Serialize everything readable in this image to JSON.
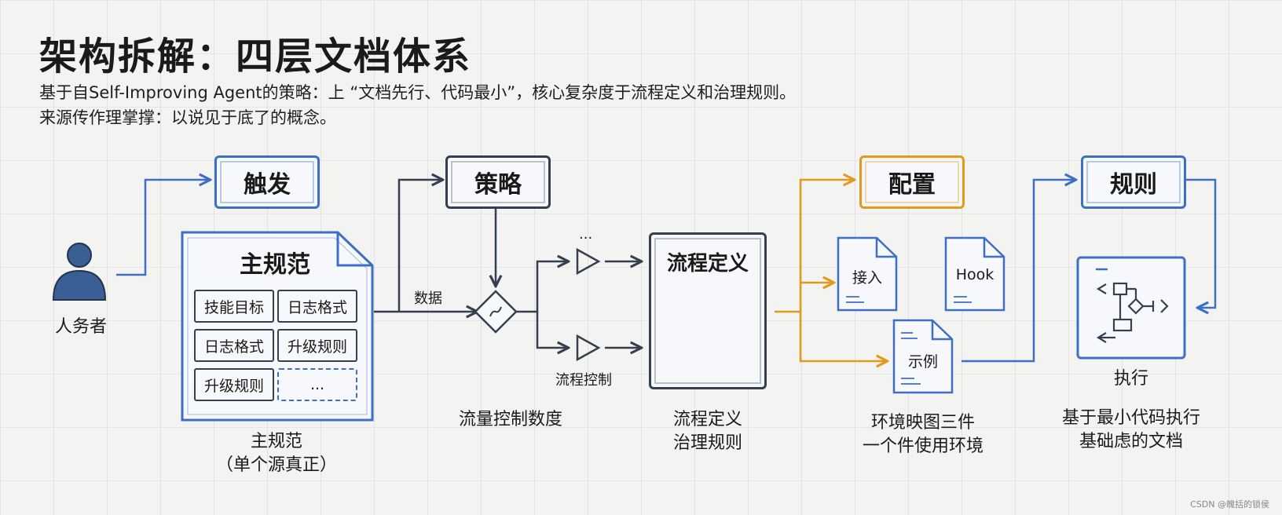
{
  "header": {
    "title": "架构拆解：四层文档体系",
    "subtitle_line1": "基于自Self-Improving Agent的策略：上 “文档先行、代码最小”，核心复杂度于流程定义和治理规则。",
    "subtitle_line2": "来源传作理掌撑：以说见于底了的概念。"
  },
  "actor": {
    "label": "人务者"
  },
  "trigger": {
    "label": "触发"
  },
  "main_spec": {
    "title": "主规范",
    "items": [
      "技能目标",
      "日志格式",
      "日志格式",
      "升级规则",
      "升级规则",
      "..."
    ],
    "caption_line1": "主规范",
    "caption_line2": "（单个源真正）"
  },
  "strategy": {
    "label": "策略",
    "data_label": "数据",
    "ellipsis": "...",
    "flow_control_label": "流程控制",
    "caption": "流量控制数度"
  },
  "process": {
    "title": "流程定义",
    "caption_line1": "流程定义",
    "caption_line2": "治理规则"
  },
  "config": {
    "label": "配置",
    "docs": [
      "接入",
      "Hook",
      "示例"
    ],
    "caption_line1": "环境映图三件",
    "caption_line2": "一个件使用环境"
  },
  "rules": {
    "label": "规则",
    "exec_label": "执行",
    "caption_line1": "基于最小代码执行",
    "caption_line2": "基础虑的文档"
  },
  "watermark": "CSDN @魄括的锁侯",
  "colors": {
    "blue": "#3f6fc4",
    "orange": "#e29a1c",
    "dark": "#34404f",
    "background": "#f3f3f1"
  }
}
